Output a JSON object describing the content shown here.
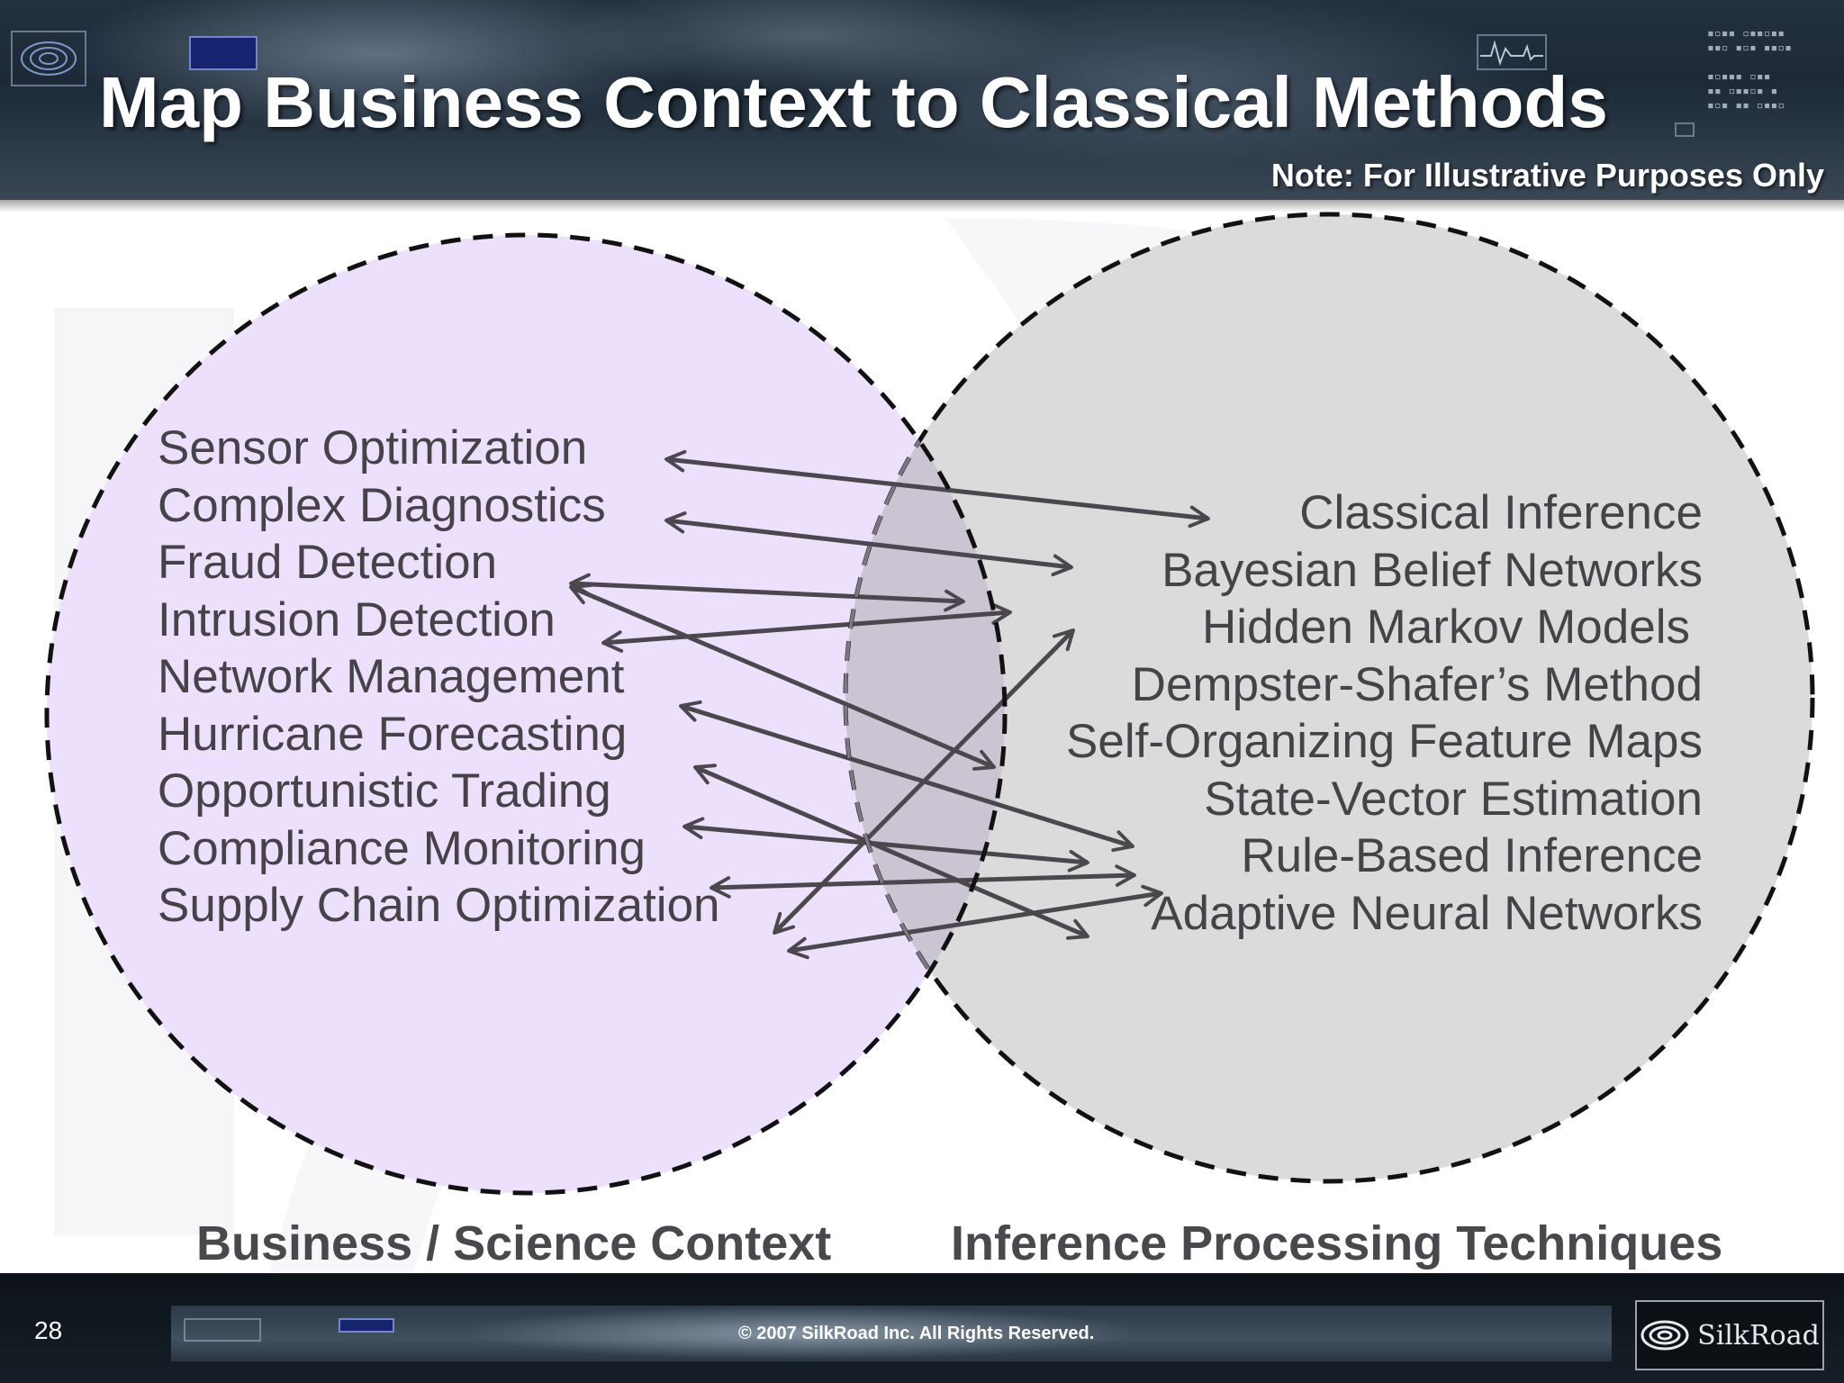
{
  "slide": {
    "title": "Map Business Context to Classical Methods",
    "note": "Note: For Illustrative Purposes Only",
    "page_number": "28",
    "copyright": "© 2007 SilkRoad Inc. All Rights Reserved.",
    "logo_text": "SilkRoad"
  },
  "diagram": {
    "left_items": [
      "Sensor Optimization",
      "Complex Diagnostics",
      "Fraud Detection",
      "Intrusion Detection",
      "Network Management",
      "Hurricane Forecasting",
      "Opportunistic Trading",
      "Compliance Monitoring",
      "Supply Chain Optimization"
    ],
    "right_items": [
      "Classical Inference",
      "Bayesian Belief Networks",
      "Hidden Markov Models",
      "Dempster-Shafer’s Method",
      "Self-Organizing Feature Maps",
      "State-Vector Estimation",
      "Rule-Based Inference",
      "Adaptive Neural Networks"
    ],
    "left_caption": "Business / Science Context",
    "right_caption": "Inference Processing Techniques",
    "colors": {
      "left_circle_fill": "#ece0fc",
      "right_circle_fill": "#dcdbdc",
      "overlap_fill": "#cbc5d3",
      "arrow": "#4a474d",
      "outline": "#111111"
    }
  }
}
